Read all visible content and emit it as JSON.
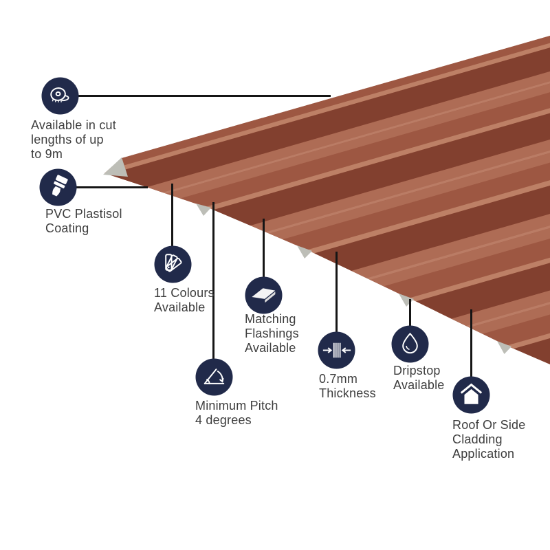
{
  "colors": {
    "background": "#ffffff",
    "icon_circle": "#212a4a",
    "icon_glyph": "#ffffff",
    "connector": "#151515",
    "label_text": "#3d3d3d",
    "sheet_dark": "#82402f",
    "sheet_mid": "#9d5742",
    "sheet_pan": "#ae6c55",
    "sheet_pan_light": "#ba7c65",
    "sheet_highlight": "#bd8066",
    "sheet_underside": "#bdbeb7"
  },
  "product": {
    "subject": "box-profile-roof-sheet"
  },
  "callouts": [
    {
      "id": "cut-lengths",
      "icon": "tape-measure-icon",
      "label": "Available in cut\nlengths of up\nto 9m"
    },
    {
      "id": "pvc-coating",
      "icon": "paint-brush-icon",
      "label": "PVC Plastisol\nCoating"
    },
    {
      "id": "colours",
      "icon": "colour-swatch-icon",
      "label": "11 Colours\nAvailable"
    },
    {
      "id": "flashings",
      "icon": "flashing-icon",
      "label": "Matching\nFlashings\nAvailable"
    },
    {
      "id": "pitch",
      "icon": "pitch-angle-icon",
      "label": "Minimum Pitch\n4 degrees"
    },
    {
      "id": "thickness",
      "icon": "thickness-icon",
      "label": "0.7mm\nThickness"
    },
    {
      "id": "dripstop",
      "icon": "droplet-icon",
      "label": "Dripstop\nAvailable"
    },
    {
      "id": "cladding",
      "icon": "house-icon",
      "label": "Roof Or Side\nCladding\nApplication"
    }
  ]
}
